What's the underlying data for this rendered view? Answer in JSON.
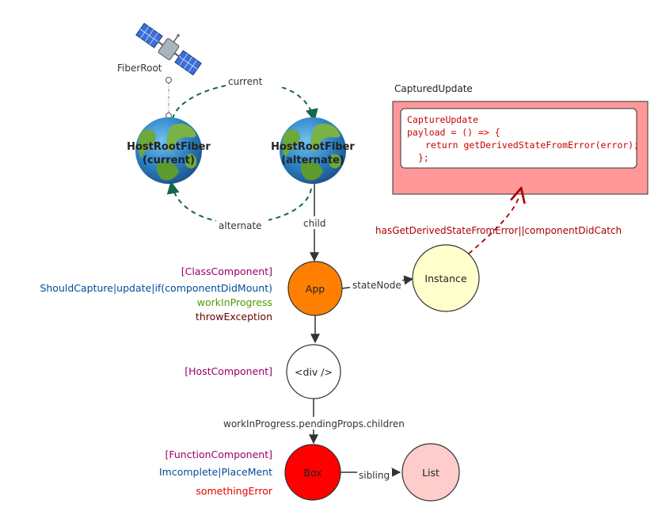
{
  "fiber_root": {
    "label": "FiberRoot"
  },
  "host_root": {
    "current": {
      "line1": "HostRootFiber",
      "line2": "(current)"
    },
    "alternate": {
      "line1": "HostRootFiber",
      "line2": "(alternate)"
    }
  },
  "edges": {
    "current": "current",
    "alternate": "alternate",
    "child": "child",
    "state_node": "stateNode",
    "pending_props": "workInProgress.pendingProps.children",
    "sibling": "sibling",
    "derived": "hasGetDerivedStateFromError||componentDidCatch"
  },
  "captured_update": {
    "title": "CapturedUpdate",
    "code": [
      "CaptureUpdate",
      "payload = () => {",
      "return getDerivedStateFromError(error);",
      "};"
    ]
  },
  "nodes": {
    "app": {
      "label": "App",
      "fill": "#ff8000"
    },
    "instance": {
      "label": "Instance",
      "fill": "#ffffcc"
    },
    "div": {
      "label": "<div />",
      "fill": "#ffffff"
    },
    "box": {
      "label": "Box",
      "fill": "#ff0000"
    },
    "list": {
      "label": "List",
      "fill": "#ffcccc"
    }
  },
  "annotations": {
    "app": {
      "type": "[ClassComponent]",
      "flags": "ShouldCapture|update|if(componentDidMount)",
      "state": "workInProgress",
      "action": "throwException"
    },
    "div": {
      "type": "[HostComponent]"
    },
    "box": {
      "type": "[FunctionComponent]",
      "flags": "Imcomplete|PlaceMent",
      "error": "somethingError"
    }
  },
  "colors": {
    "type_label": "#990066",
    "flags_label": "#004c99",
    "wip_label": "#4d9900",
    "throw_label": "#660000",
    "error_label": "#e60000",
    "dashed_green": "#16664a",
    "dashed_red": "#aa0000",
    "code_text": "#cc0000",
    "captured_bg": "#ff9999"
  }
}
